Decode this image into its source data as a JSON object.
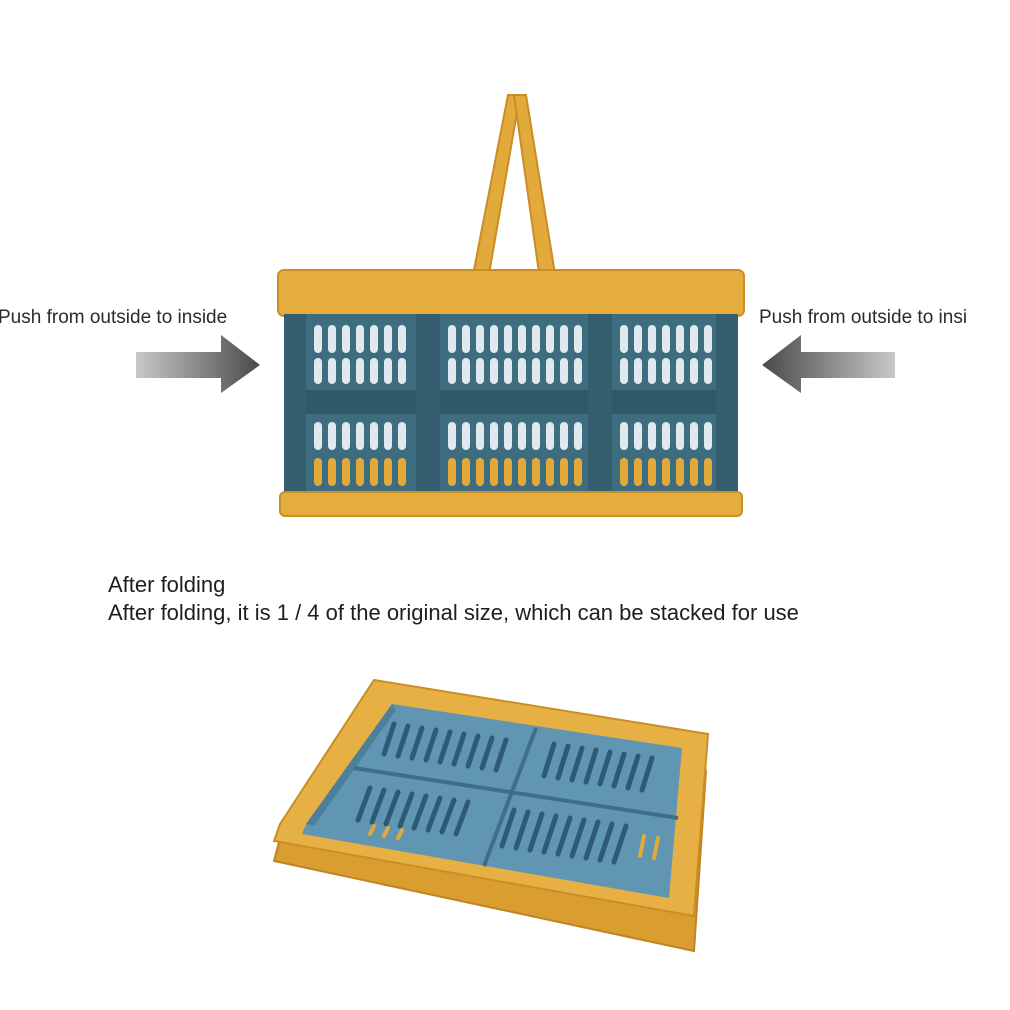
{
  "labels": {
    "left_push": "Push from outside to inside",
    "right_push": "Push from outside to insi"
  },
  "caption": {
    "title": "After folding",
    "description": "After folding, it is 1 / 4 of the original size, which can be stacked for use"
  },
  "colors": {
    "basket_teal": "#3e6b7e",
    "basket_teal_dark": "#2e5566",
    "basket_yellow": "#e2a93b",
    "basket_yellow_dark": "#c98e24",
    "folded_blue": "#5f93b0",
    "arrow_dark": "#555555",
    "arrow_light": "#bdbdbd"
  },
  "icons": {
    "left_arrow": "arrow-right-icon",
    "right_arrow": "arrow-left-icon"
  }
}
